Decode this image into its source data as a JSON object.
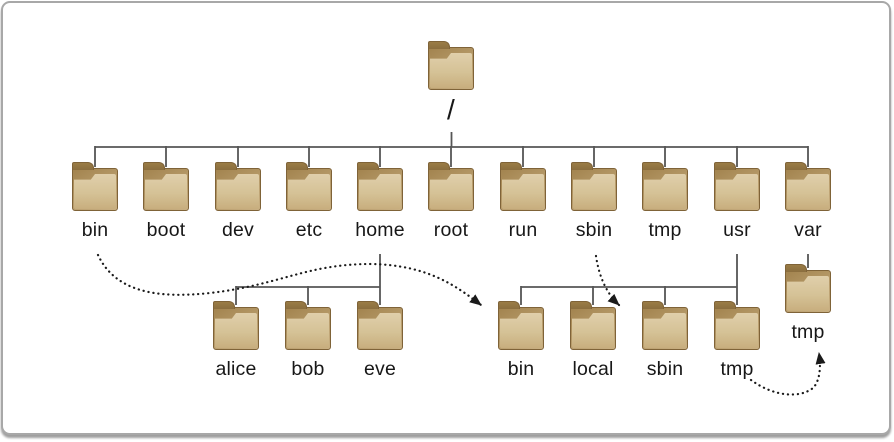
{
  "tree": {
    "root": {
      "label": "/"
    },
    "level1": [
      {
        "label": "bin"
      },
      {
        "label": "boot"
      },
      {
        "label": "dev"
      },
      {
        "label": "etc"
      },
      {
        "label": "home"
      },
      {
        "label": "root"
      },
      {
        "label": "run"
      },
      {
        "label": "sbin"
      },
      {
        "label": "tmp"
      },
      {
        "label": "usr"
      },
      {
        "label": "var"
      }
    ],
    "home_children": [
      {
        "label": "alice"
      },
      {
        "label": "bob"
      },
      {
        "label": "eve"
      }
    ],
    "usr_children": [
      {
        "label": "bin"
      },
      {
        "label": "local"
      },
      {
        "label": "sbin"
      },
      {
        "label": "tmp"
      }
    ],
    "var_children": [
      {
        "label": "tmp"
      }
    ]
  },
  "symlink_arrows": [
    {
      "from": "/bin",
      "to": "/usr/bin",
      "style": "dotted"
    },
    {
      "from": "/sbin",
      "to": "/usr/sbin",
      "style": "dotted"
    },
    {
      "from": "/usr/tmp",
      "to": "/var/tmp",
      "style": "dotted"
    }
  ],
  "colors": {
    "background": "#ffffff",
    "frame_border": "#a8a8a8",
    "connector_line": "#565656",
    "arrow": "#1a1a1a",
    "label_text": "#171717",
    "folder_tab": "#8b6e3f",
    "folder_body_dark": "#a2834e",
    "folder_body_light": "#c9b083",
    "folder_front_light": "#e0cfab",
    "folder_front_mid": "#d5c296",
    "folder_front_dark": "#c8ae7e",
    "folder_outline": "#7f6338"
  }
}
